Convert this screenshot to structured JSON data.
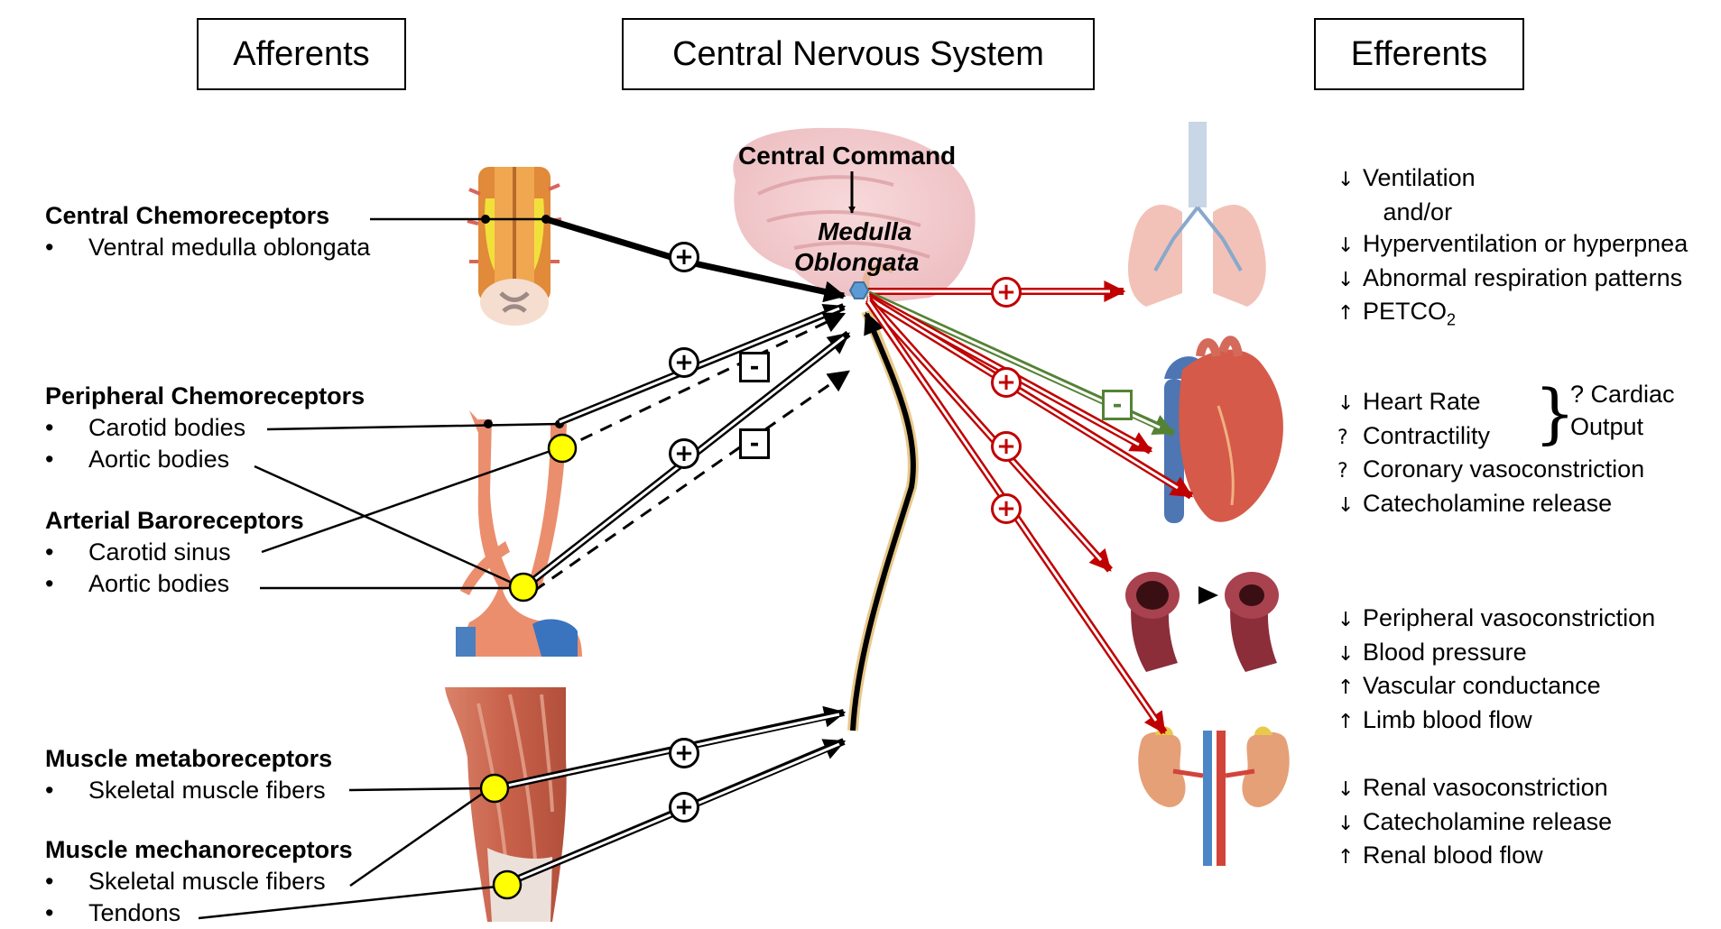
{
  "headers": {
    "afferents": "Afferents",
    "cns": "Central Nervous System",
    "efferents": "Efferents"
  },
  "cns": {
    "central_command": "Central Command",
    "medulla_line1": "Medulla",
    "medulla_line2": "Oblongata"
  },
  "afferents": {
    "central_chemo": {
      "title": "Central Chemoreceptors",
      "items": [
        "Ventral medulla oblongata"
      ]
    },
    "peripheral_chemo": {
      "title": "Peripheral Chemoreceptors",
      "items": [
        "Carotid bodies",
        "Aortic bodies"
      ]
    },
    "baro": {
      "title": "Arterial Baroreceptors",
      "items": [
        "Carotid sinus",
        "Aortic bodies"
      ]
    },
    "metabo": {
      "title": "Muscle metaboreceptors",
      "items": [
        "Skeletal muscle fibers"
      ]
    },
    "mechano": {
      "title": "Muscle mechanoreceptors",
      "items": [
        "Skeletal muscle fibers",
        "Tendons"
      ]
    },
    "bullet": "•"
  },
  "signs": {
    "plus": "+",
    "minus": "-"
  },
  "efferents": {
    "lungs": [
      {
        "arrow": "↓",
        "text": "Ventilation"
      },
      {
        "arrow": "",
        "text": "   and/or"
      },
      {
        "arrow": "↓",
        "text": "Hyperventilation or hyperpnea"
      },
      {
        "arrow": "↓",
        "text": "Abnormal respiration patterns"
      },
      {
        "arrow": "↑",
        "text": "PETCO",
        "sub": "2"
      }
    ],
    "heart": [
      {
        "arrow": "↓",
        "text": "Heart Rate"
      },
      {
        "arrow": "?",
        "text": "Contractility"
      },
      {
        "arrow": "?",
        "text": "Coronary vasoconstriction"
      },
      {
        "arrow": "↓",
        "text": "Catecholamine release"
      }
    ],
    "cardiac_output": {
      "brace": "}",
      "line1": "? Cardiac",
      "line2": "Output"
    },
    "vessels": [
      {
        "arrow": "↓",
        "text": "Peripheral vasoconstriction"
      },
      {
        "arrow": "↓",
        "text": "Blood pressure"
      },
      {
        "arrow": "↑",
        "text": "Vascular conductance"
      },
      {
        "arrow": "↑",
        "text": "Limb blood flow"
      }
    ],
    "kidney": [
      {
        "arrow": "↓",
        "text": "Renal vasoconstriction"
      },
      {
        "arrow": "↓",
        "text": "Catecholamine release"
      },
      {
        "arrow": "↑",
        "text": "Renal blood flow"
      }
    ]
  },
  "colors": {
    "excitatory": "#c00000",
    "inhibitory": "#548235",
    "medulla": "#5b9bd5",
    "receptor": "#ffff00"
  }
}
